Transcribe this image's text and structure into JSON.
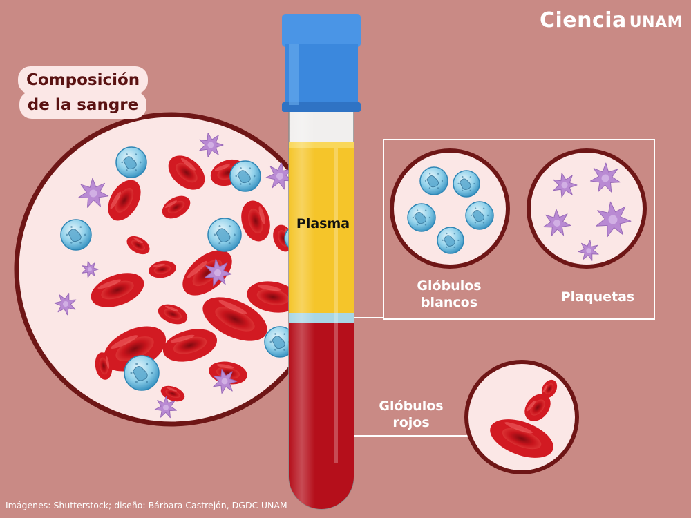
{
  "brand": {
    "name": "Ciencia",
    "suffix": "UNAM"
  },
  "title": {
    "line1": "Composición",
    "line2": "de la sangre"
  },
  "labels": {
    "plasma": "Plasma",
    "white_cells_line1": "Glóbulos",
    "white_cells_line2": "blancos",
    "platelets": "Plaquetas",
    "red_cells_line1": "Glóbulos",
    "red_cells_line2": "rojos"
  },
  "credit": "Imágenes: Shutterstock; diseño: Bárbara Castrejón, DGDC-UNAM",
  "colors": {
    "background": "#c98a85",
    "circle_fill": "#fbe7e6",
    "circle_border": "#6e1616",
    "red_cell": "#c8141c",
    "white_cell": "#6fbfe0",
    "platelet": "#b98ad3",
    "plasma": "#f5c52a",
    "blood": "#b50f1b",
    "tube_cap": "#3b88dd"
  }
}
